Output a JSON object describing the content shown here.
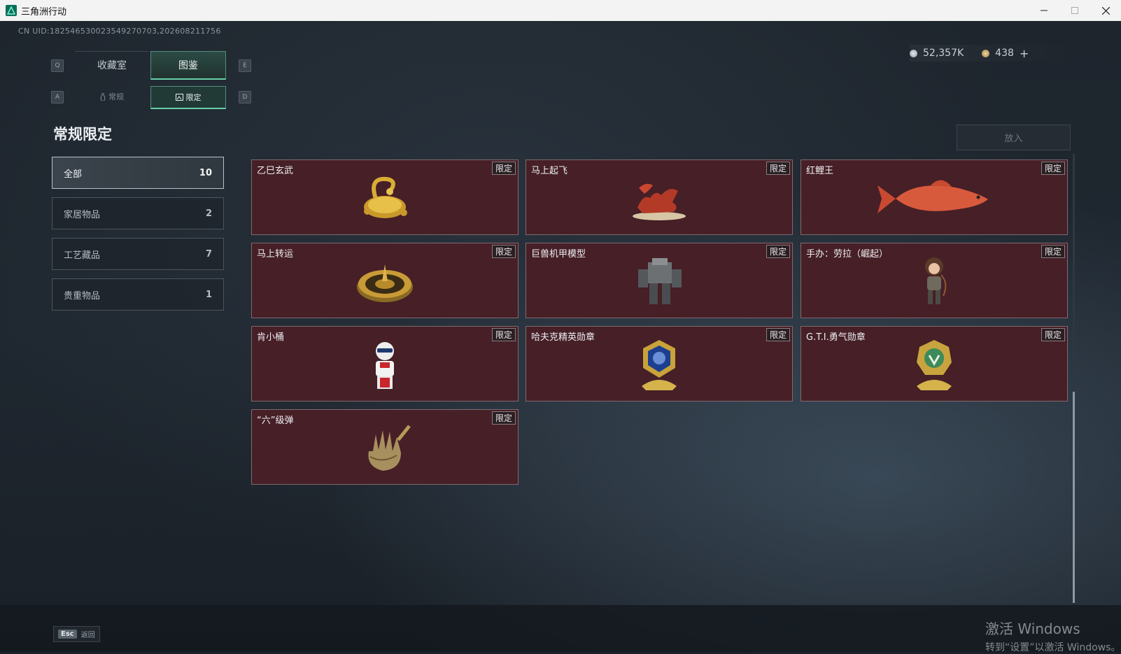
{
  "window": {
    "title": "三角洲行动"
  },
  "uid": "CN UID:182546530023549270703,202608211756",
  "currency": {
    "silver": "52,357K",
    "gold": "438",
    "add_symbol": "+"
  },
  "keys": {
    "prev_tab": "Q",
    "next_tab": "E",
    "prev_sub": "A",
    "next_sub": "D"
  },
  "tabs": [
    {
      "label": "收藏室"
    },
    {
      "label": "图鉴"
    }
  ],
  "subtabs": [
    {
      "label": "常规"
    },
    {
      "label": "限定"
    }
  ],
  "section_title": "常规限定",
  "categories": [
    {
      "label": "全部",
      "count": "10"
    },
    {
      "label": "家居物品",
      "count": "2"
    },
    {
      "label": "工艺藏品",
      "count": "7"
    },
    {
      "label": "贵重物品",
      "count": "1"
    }
  ],
  "put_in_label": "放入",
  "items": [
    {
      "name": "乙巳玄武",
      "badge": "限定",
      "icon": "golden-snake-turtle-icon"
    },
    {
      "name": "马上起飞",
      "badge": "限定",
      "icon": "red-horse-statue-icon"
    },
    {
      "name": "红鲤王",
      "badge": "限定",
      "icon": "red-carp-icon"
    },
    {
      "name": "马上转运",
      "badge": "限定",
      "icon": "golden-dial-icon"
    },
    {
      "name": "巨兽机甲模型",
      "badge": "限定",
      "icon": "mech-model-icon"
    },
    {
      "name": "手办：劳拉（崛起）",
      "badge": "限定",
      "icon": "lara-figure-icon"
    },
    {
      "name": "肯小桶",
      "badge": "限定",
      "icon": "kfc-figure-icon"
    },
    {
      "name": "哈夫克精英勋章",
      "badge": "限定",
      "icon": "elite-medal-icon"
    },
    {
      "name": "G.T.I.勇气勋章",
      "badge": "限定",
      "icon": "courage-medal-icon"
    },
    {
      "name": "“六”级弹",
      "badge": "限定",
      "icon": "bullet-hand-icon"
    }
  ],
  "footer": {
    "esc_key": "Esc",
    "esc_label": "返回"
  },
  "watermark": {
    "line1": "激活 Windows",
    "line2": "转到“设置”以激活 Windows。"
  },
  "colors": {
    "card_bg": "#461f27",
    "accent": "#66d0a8"
  }
}
